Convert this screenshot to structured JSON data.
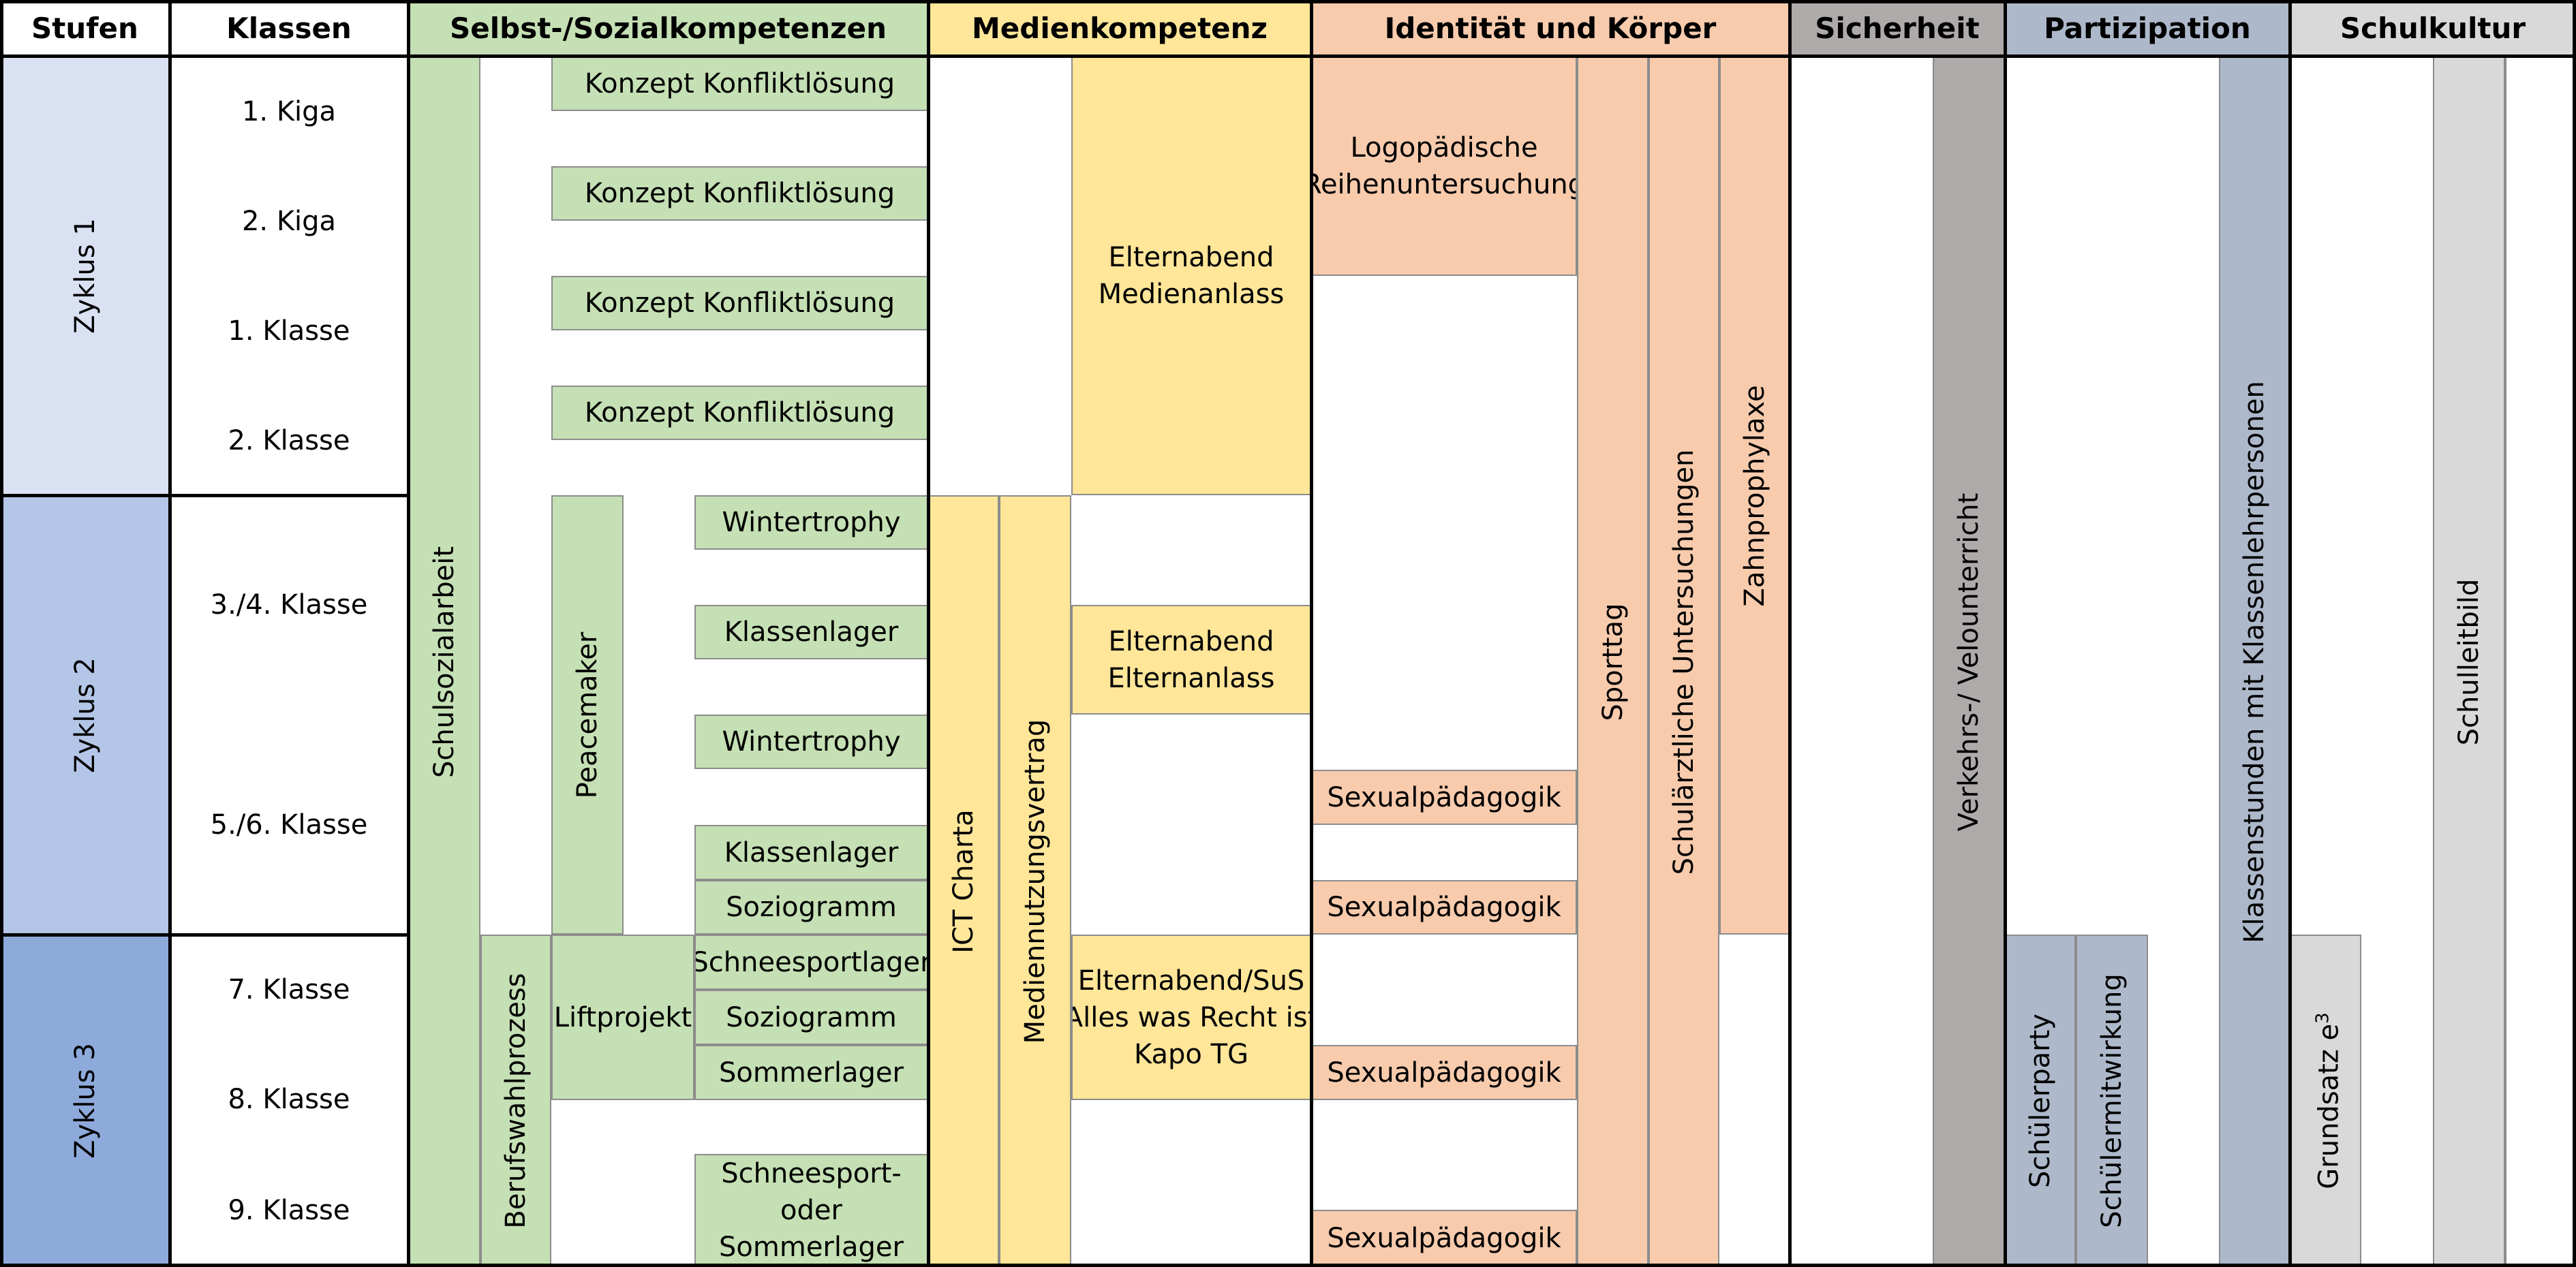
{
  "headers": {
    "stufen": "Stufen",
    "klassen": "Klassen",
    "selbst": "Selbst-/Sozialkompetenzen",
    "medien": "Medienkompetenz",
    "identitaet": "Identität und Körper",
    "sicherheit": "Sicherheit",
    "partizipation": "Partizipation",
    "schulkultur": "Schulkultur"
  },
  "zyklen": [
    "Zyklus 1",
    "Zyklus 2",
    "Zyklus 3"
  ],
  "klassen": [
    "1. Kiga",
    "2. Kiga",
    "1. Klasse",
    "2. Klasse",
    "3./4. Klasse",
    "5./6. Klasse",
    "7. Klasse",
    "8. Klasse",
    "9. Klasse"
  ],
  "selbst": {
    "schulsozialarbeit": "Schulsozialarbeit",
    "berufswahlprozess": "Berufswahlprozess",
    "peacemaker": "Peacemaker",
    "liftprojekt": "Liftprojekt",
    "konflikt": [
      "Konzept Konfliktlösung",
      "Konzept Konfliktlösung",
      "Konzept Konfliktlösung",
      "Konzept Konfliktlösung"
    ],
    "wintertrophy_1": "Wintertrophy",
    "klassenlager_1": "Klassenlager",
    "wintertrophy_2": "Wintertrophy",
    "klassenlager_2": "Klassenlager",
    "soziogramm_1": "Soziogramm",
    "schneesportlager": "Schneesportlager",
    "soziogramm_2": "Soziogramm",
    "sommerlager": "Sommerlager",
    "schneesport_oder": [
      "Schneesport-",
      "oder",
      "Sommerlager"
    ]
  },
  "medien": {
    "elternabend_medien": [
      "Elternabend",
      "Medienanlass"
    ],
    "elternabend_eltern": [
      "Elternabend",
      "Elternanlass"
    ],
    "elternabend_sus": [
      "Elternabend/SuS",
      "Alles was Recht ist",
      "Kapo TG"
    ],
    "ict_charta": "ICT Charta",
    "mediennutzungsvertrag": "Mediennutzungsvertrag"
  },
  "identitaet": {
    "logopaedie": [
      "Logopädische",
      "Reihenuntersuchung"
    ],
    "sexualpaedagogik": [
      "Sexualpädagogik",
      "Sexualpädagogik",
      "Sexualpädagogik",
      "Sexualpädagogik"
    ],
    "sporttag": "Sporttag",
    "schulaerztlich": "Schulärztliche Untersuchungen",
    "zahnprophylaxe": "Zahnprophylaxe"
  },
  "sicherheit": {
    "verkehr": "Verkehrs-/ Velounterricht"
  },
  "partizipation": {
    "schuelerparty": "Schülerparty",
    "schuelermitwirkung": "Schülermitwirkung",
    "klassenstunden": "Klassenstunden mit Klassenlehrpersonen"
  },
  "schulkultur": {
    "grundsatz": "Grundsatz e",
    "grundsatz_sup": "3",
    "schulleitbild": "Schulleitbild"
  },
  "colors": {
    "zyklus1": "#dae1f3",
    "zyklus2": "#b4c6e7",
    "zyklus3": "#8eaadb",
    "green": "#c5e0b4",
    "yellow": "#ffe699",
    "orange": "#f8cbad",
    "grey_dark": "#aeaaaa",
    "blue_grey": "#adb9ca",
    "grey_light": "#d9d9d9"
  }
}
